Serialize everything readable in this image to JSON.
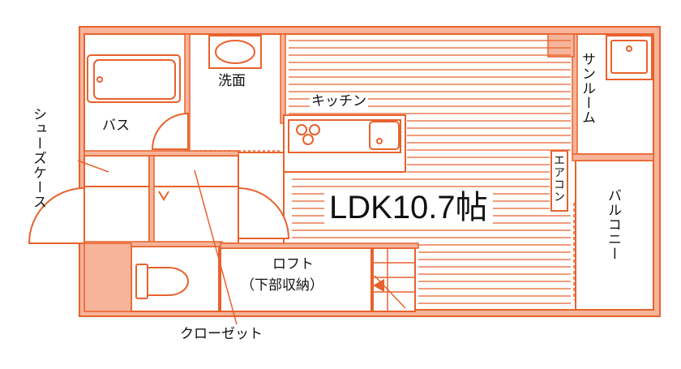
{
  "plan": {
    "colors": {
      "line": "#e8622d",
      "wall": "#f6b49a",
      "floor": "#ffffff",
      "text": "#111111"
    },
    "rooms": {
      "bath": "バス",
      "washroom": "洗面",
      "kitchen": "キッチン",
      "sunroom": "サンルーム",
      "aircon": "エアコン",
      "ldk": "LDK10.7帖",
      "balcony": "バルコニー",
      "shoe_case": "シューズケース",
      "loft_line1": "ロフト",
      "loft_line2": "（下部収納）",
      "closet": "クローゼット"
    }
  }
}
